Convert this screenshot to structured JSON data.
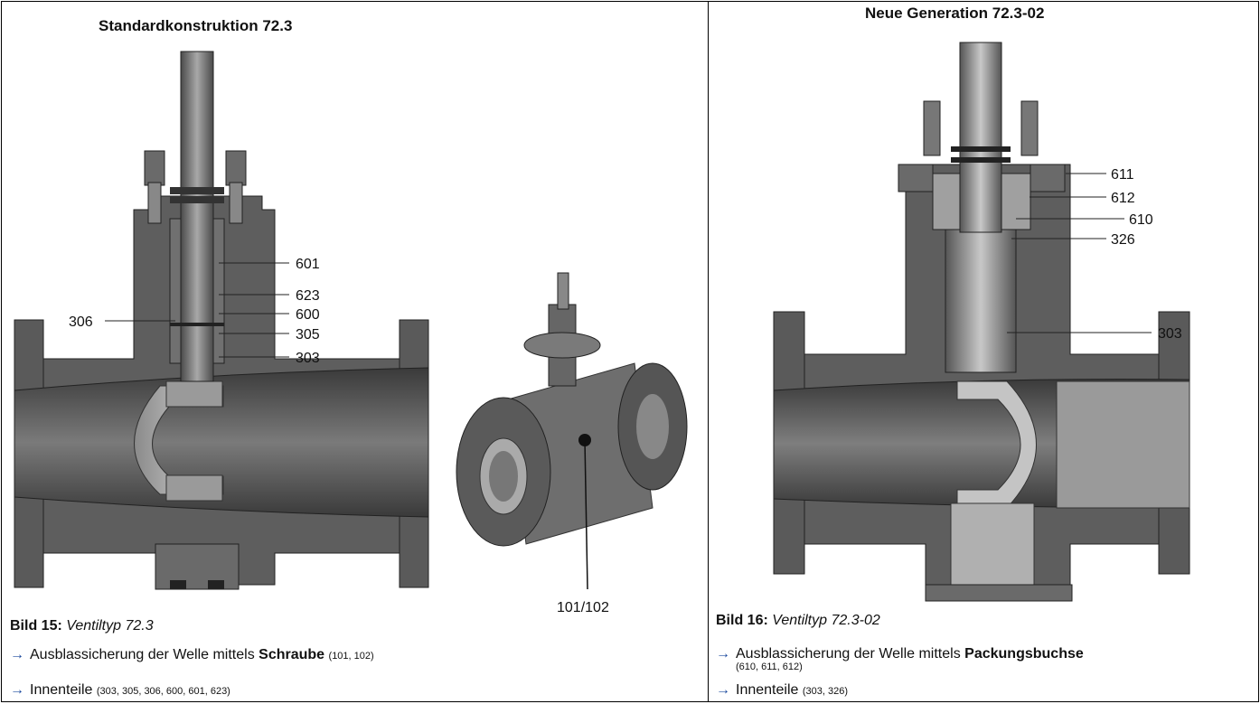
{
  "left": {
    "title": "Standardkonstruktion 72.3",
    "labels": [
      "601",
      "623",
      "600",
      "305",
      "303",
      "306"
    ],
    "iso_label": "101/102",
    "caption_prefix": "Bild 15:",
    "caption_text": "Ventiltyp 72.3",
    "bullet1_text": "Ausblassicherung der Welle mittels ",
    "bullet1_bold": "Schraube",
    "bullet1_refs": "(101, 102)",
    "bullet2_text": "Innenteile ",
    "bullet2_refs": "(303, 305, 306, 600, 601, 623)"
  },
  "right": {
    "title": "Neue Generation 72.3-02",
    "labels": [
      "611",
      "612",
      "610",
      "326",
      "303"
    ],
    "caption_prefix": "Bild 16:",
    "caption_text": "Ventiltyp 72.3-02",
    "bullet1_text": "Ausblassicherung der Welle mittels ",
    "bullet1_bold": "Packungsbuchse",
    "bullet1_refs": "(610, 611, 612)",
    "bullet2_text": "Innenteile ",
    "bullet2_refs": "(303, 326)"
  },
  "arrow_glyph": "→"
}
